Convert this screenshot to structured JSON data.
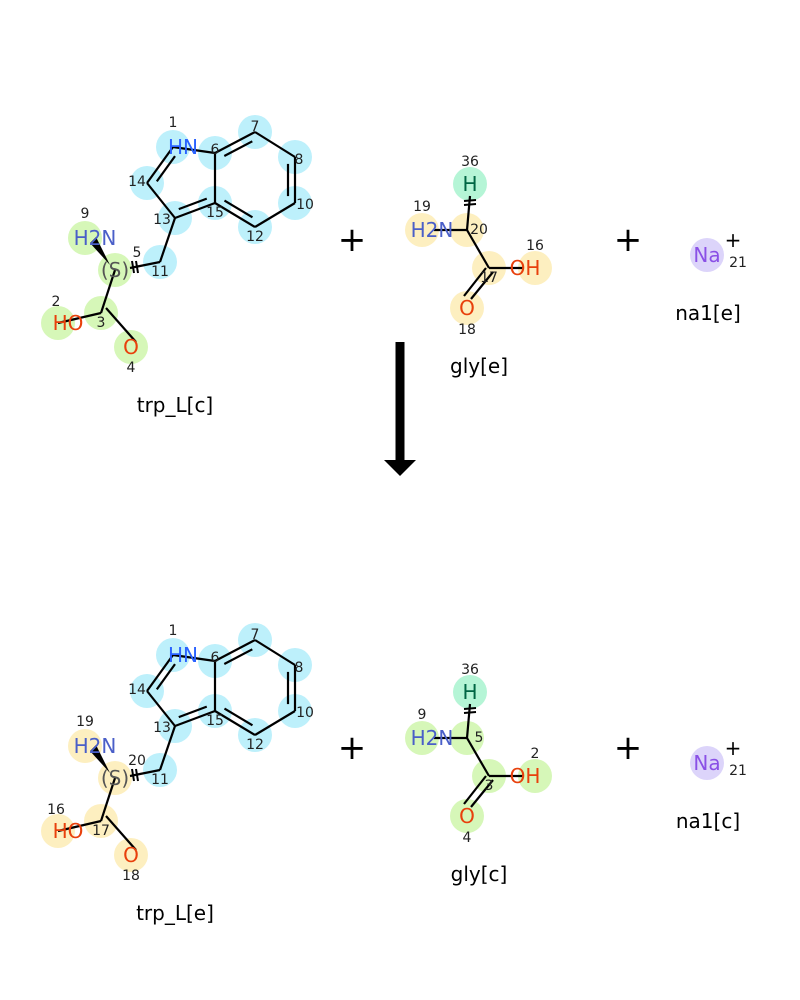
{
  "colors": {
    "ring": "#bdf0fb",
    "green": "#d6f7b8",
    "yellow": "#fdefc0",
    "hydrogen": "#b5f5d6",
    "sodium": "#dcd4fa",
    "nitrogen_ring": "#2a62ff",
    "nitrogen": "#4a5fc8",
    "oxygen": "#e8400c",
    "sodium_text": "#8a50e6"
  },
  "plus_sign": "+",
  "reactants": {
    "trp": {
      "name": "trp_L[c]",
      "hl": "green",
      "atoms": {
        "N1": {
          "label": "HN",
          "num": "1"
        },
        "C6": {
          "label": "",
          "num": "6"
        },
        "C7": {
          "label": "",
          "num": "7"
        },
        "C8": {
          "label": "",
          "num": "8"
        },
        "C10": {
          "label": "",
          "num": "10"
        },
        "C12": {
          "label": "",
          "num": "12"
        },
        "C15": {
          "label": "",
          "num": "15"
        },
        "C13": {
          "label": "",
          "num": "13"
        },
        "C14": {
          "label": "",
          "num": "14"
        },
        "C11": {
          "label": "",
          "num": "11"
        },
        "CA": {
          "label": "(S)",
          "num": "5"
        },
        "NA": {
          "label": "H2N",
          "num": "9"
        },
        "CC": {
          "label": "",
          "num": "3"
        },
        "OH": {
          "label": "HO",
          "num": "2"
        },
        "OD": {
          "label": "O",
          "num": "4"
        }
      }
    },
    "gly": {
      "name": "gly[e]",
      "hl": "yellow",
      "atoms": {
        "N": {
          "label": "H2N",
          "num": "19"
        },
        "CA": {
          "label": "",
          "num": "20"
        },
        "H": {
          "label": "H",
          "num": "36"
        },
        "C": {
          "label": "",
          "num": "17"
        },
        "OH": {
          "label": "OH",
          "num": "16"
        },
        "O": {
          "label": "O",
          "num": "18"
        }
      }
    },
    "na": {
      "name": "na1[e]",
      "label": "Na",
      "charge": "+",
      "num": "21"
    }
  },
  "products": {
    "trp": {
      "name": "trp_L[e]",
      "hl": "yellow",
      "atoms": {
        "N1": {
          "label": "HN",
          "num": "1"
        },
        "C6": {
          "label": "",
          "num": "6"
        },
        "C7": {
          "label": "",
          "num": "7"
        },
        "C8": {
          "label": "",
          "num": "8"
        },
        "C10": {
          "label": "",
          "num": "10"
        },
        "C12": {
          "label": "",
          "num": "12"
        },
        "C15": {
          "label": "",
          "num": "15"
        },
        "C13": {
          "label": "",
          "num": "13"
        },
        "C14": {
          "label": "",
          "num": "14"
        },
        "C11": {
          "label": "",
          "num": "11"
        },
        "CA": {
          "label": "(S)",
          "num": "20"
        },
        "NA": {
          "label": "H2N",
          "num": "19"
        },
        "CC": {
          "label": "",
          "num": "17"
        },
        "OH": {
          "label": "HO",
          "num": "16"
        },
        "OD": {
          "label": "O",
          "num": "18"
        }
      }
    },
    "gly": {
      "name": "gly[c]",
      "hl": "green",
      "atoms": {
        "N": {
          "label": "H2N",
          "num": "9"
        },
        "CA": {
          "label": "",
          "num": "5"
        },
        "H": {
          "label": "H",
          "num": "36"
        },
        "C": {
          "label": "",
          "num": "3"
        },
        "OH": {
          "label": "OH",
          "num": "2"
        },
        "O": {
          "label": "O",
          "num": "4"
        }
      }
    },
    "na": {
      "name": "na1[c]",
      "label": "Na",
      "charge": "+",
      "num": "21"
    }
  }
}
